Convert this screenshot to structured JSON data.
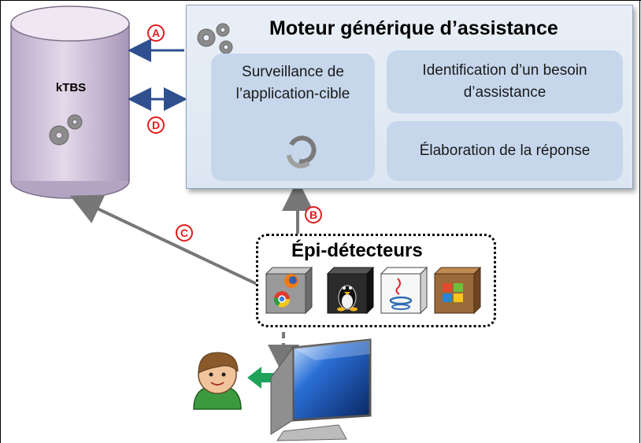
{
  "engine": {
    "title": "Moteur générique d’assistance",
    "surveillance": "Surveillance de l’application-cible",
    "besoin": "Identification d’un besoin d’assistance",
    "reponse": "Élaboration de la réponse"
  },
  "ktbs": {
    "label": "kTBS"
  },
  "detectors": {
    "title": "Épi-détecteurs"
  },
  "badges": {
    "a": "A",
    "b": "B",
    "c": "C",
    "d": "D"
  },
  "icons": [
    "gears-icon",
    "refresh-cycle-icon",
    "firefox-icon",
    "chrome-icon",
    "linux-tux-icon",
    "java-icon",
    "windows-icon",
    "user-avatar-icon",
    "monitor-icon"
  ],
  "colors": {
    "panel": "#dce6f2",
    "subbox": "#c6d7ec",
    "cylinder": "#d7cbe0",
    "badge": "#e31b1b",
    "arrow_blue": "#2f4f8f",
    "arrow_gray": "#777777",
    "arrow_green": "#1fa35a"
  }
}
